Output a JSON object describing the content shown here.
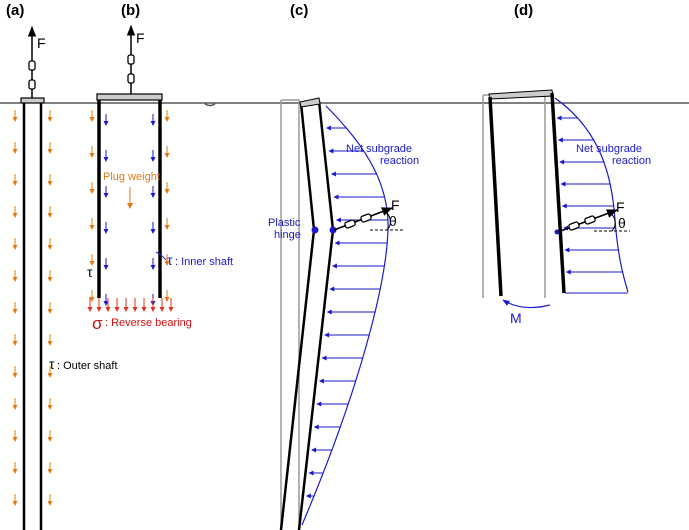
{
  "panels": [
    {
      "id": "a",
      "label": "(a)"
    },
    {
      "id": "b",
      "label": "(b)"
    },
    {
      "id": "c",
      "label": "(c)"
    },
    {
      "id": "d",
      "label": "(d)"
    }
  ],
  "labels": {
    "force": "F",
    "angle": "θ",
    "tau": "τ",
    "sigma": "σ",
    "moment": "M",
    "plug_weight": "Plug weight",
    "inner_shaft": ": Inner shaft",
    "outer_shaft": ": Outer shaft",
    "reverse_bearing": ": Reverse bearing",
    "net_subgrade_1": "Net subgrade",
    "net_subgrade_2": "reaction",
    "plastic_1": "Plastic",
    "plastic_2": "hinge"
  },
  "colors": {
    "friction_arrow": "#e07a10",
    "reaction_arrow": "#1a1acc",
    "bearing_arrow": "#e03020",
    "reverse_bearing_text": "#d01010",
    "pile": "#000000",
    "pile_ghost": "#999999"
  }
}
